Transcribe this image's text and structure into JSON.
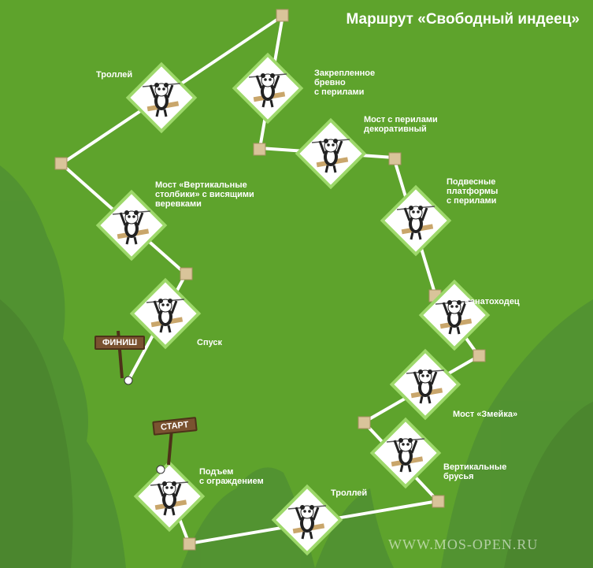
{
  "title": "Маршрут «Свободный индеец»",
  "watermark": "WWW.MOS-OPEN.RU",
  "signs": {
    "finish": "ФИНИШ",
    "start": "СТАРТ"
  },
  "colors": {
    "background": "#5ea32c",
    "forest": "#4f8f33",
    "tile_border": "#9dd86a",
    "rope": "#ffffff",
    "post": "#d9c49a"
  },
  "stations": [
    {
      "id": "trolley-top",
      "label": "Троллей"
    },
    {
      "id": "fixed-log",
      "label": "Закрепленное\nбревно\nс перилами"
    },
    {
      "id": "decor-bridge",
      "label": "Мост с перилами\nдекоративный"
    },
    {
      "id": "hanging-platforms",
      "label": "Подвесные\nплатформы\nс перилами"
    },
    {
      "id": "rope-walker",
      "label": "Канатоходец"
    },
    {
      "id": "snake-bridge",
      "label": "Мост «Змейка»"
    },
    {
      "id": "vertical-bars",
      "label": "Вертикальные\nбрусья"
    },
    {
      "id": "trolley-bottom",
      "label": "Троллей"
    },
    {
      "id": "ascent",
      "label": "Подъем\nс ограждением"
    },
    {
      "id": "vertical-posts-bridge",
      "label": "Мост «Вертикальные\nстолбики» с висящими\nверевками"
    },
    {
      "id": "descent",
      "label": "Спуск"
    }
  ]
}
